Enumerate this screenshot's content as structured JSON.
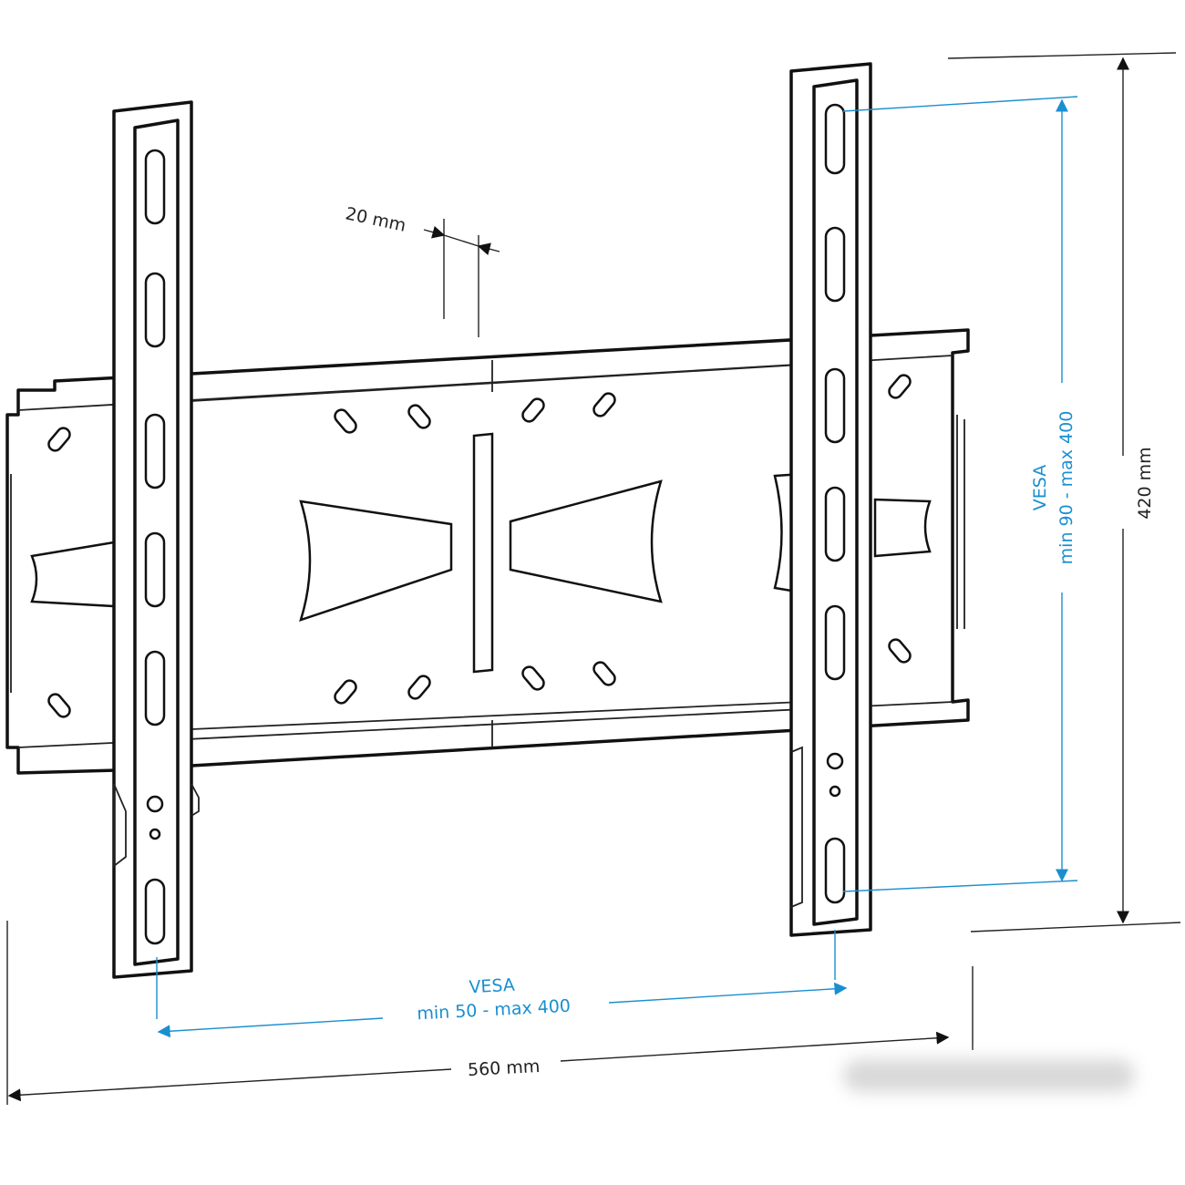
{
  "dimensions": {
    "depth": "20 mm",
    "height": "420 mm",
    "width": "560 mm",
    "vesa_vertical": {
      "title": "VESA",
      "range": "min 90 - max 400"
    },
    "vesa_horizontal": {
      "title": "VESA",
      "range": "min 50 - max 400"
    }
  },
  "colors": {
    "line": "#111111",
    "vesa": "#1a8fd0"
  }
}
